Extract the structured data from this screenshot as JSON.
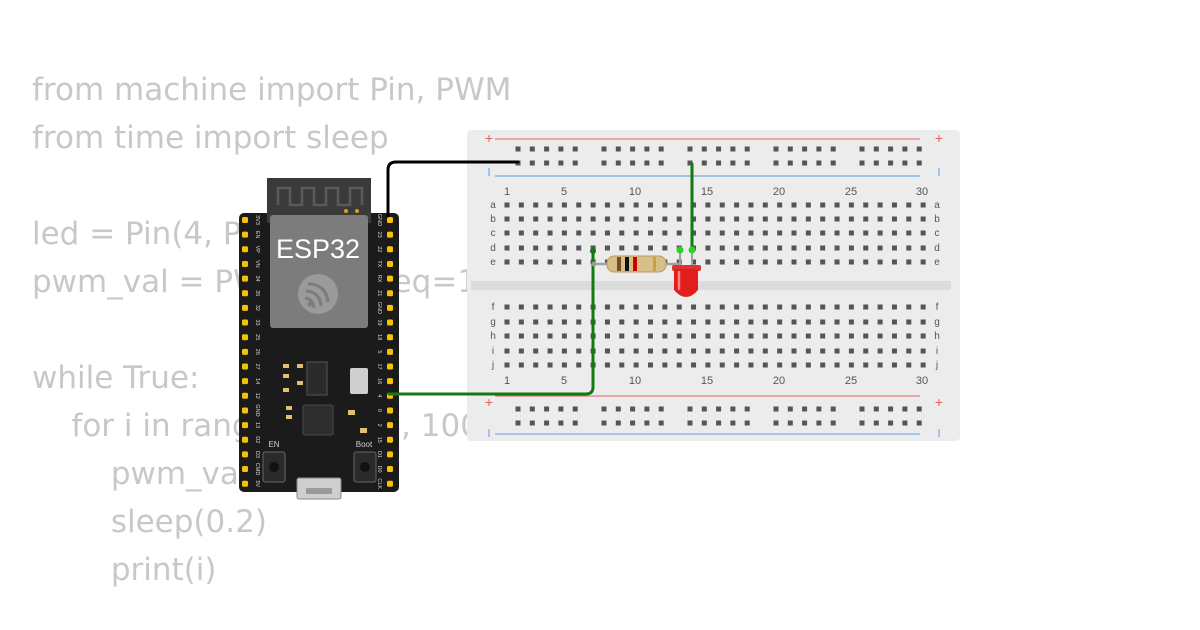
{
  "code": {
    "lines": [
      "from machine import Pin, PWM",
      "from time import sleep",
      "",
      "led = Pin(4, Pin.OUT)",
      "pwm_val = PWM(led, freq=1000)",
      "",
      "while True:",
      "    for i in range(0, 1024, 100):",
      "        pwm_val.duty(i)",
      "        sleep(0.2)",
      "        print(i)"
    ]
  },
  "board": {
    "name": "ESP32",
    "en_label": "EN",
    "boot_label": "Boot",
    "left_pins": [
      "3V3",
      "EN",
      "VP",
      "VN",
      "34",
      "35",
      "32",
      "33",
      "25",
      "26",
      "27",
      "14",
      "12",
      "GND",
      "13",
      "D2",
      "D3",
      "CMD",
      "5V"
    ],
    "right_pins": [
      "GND",
      "23",
      "22",
      "TX",
      "RX",
      "21",
      "GND",
      "19",
      "18",
      "5",
      "17",
      "16",
      "4",
      "0",
      "2",
      "15",
      "D1",
      "D0",
      "CLK"
    ]
  },
  "breadboard": {
    "column_numbers": [
      "1",
      "5",
      "10",
      "15",
      "20",
      "25",
      "30"
    ],
    "row_letters_top": [
      "a",
      "b",
      "c",
      "d",
      "e"
    ],
    "row_letters_bottom": [
      "f",
      "g",
      "h",
      "i",
      "j"
    ],
    "plus": "+"
  },
  "colors": {
    "wire_black": "#000000",
    "wire_green": "#117a11",
    "led_red": "#e11d1d",
    "board_pcb": "#1b1b1b",
    "header_pin": "#f5c400",
    "breadboard_body": "#ececec",
    "rail_red": "#e86060",
    "rail_blue": "#5aa0e0"
  }
}
